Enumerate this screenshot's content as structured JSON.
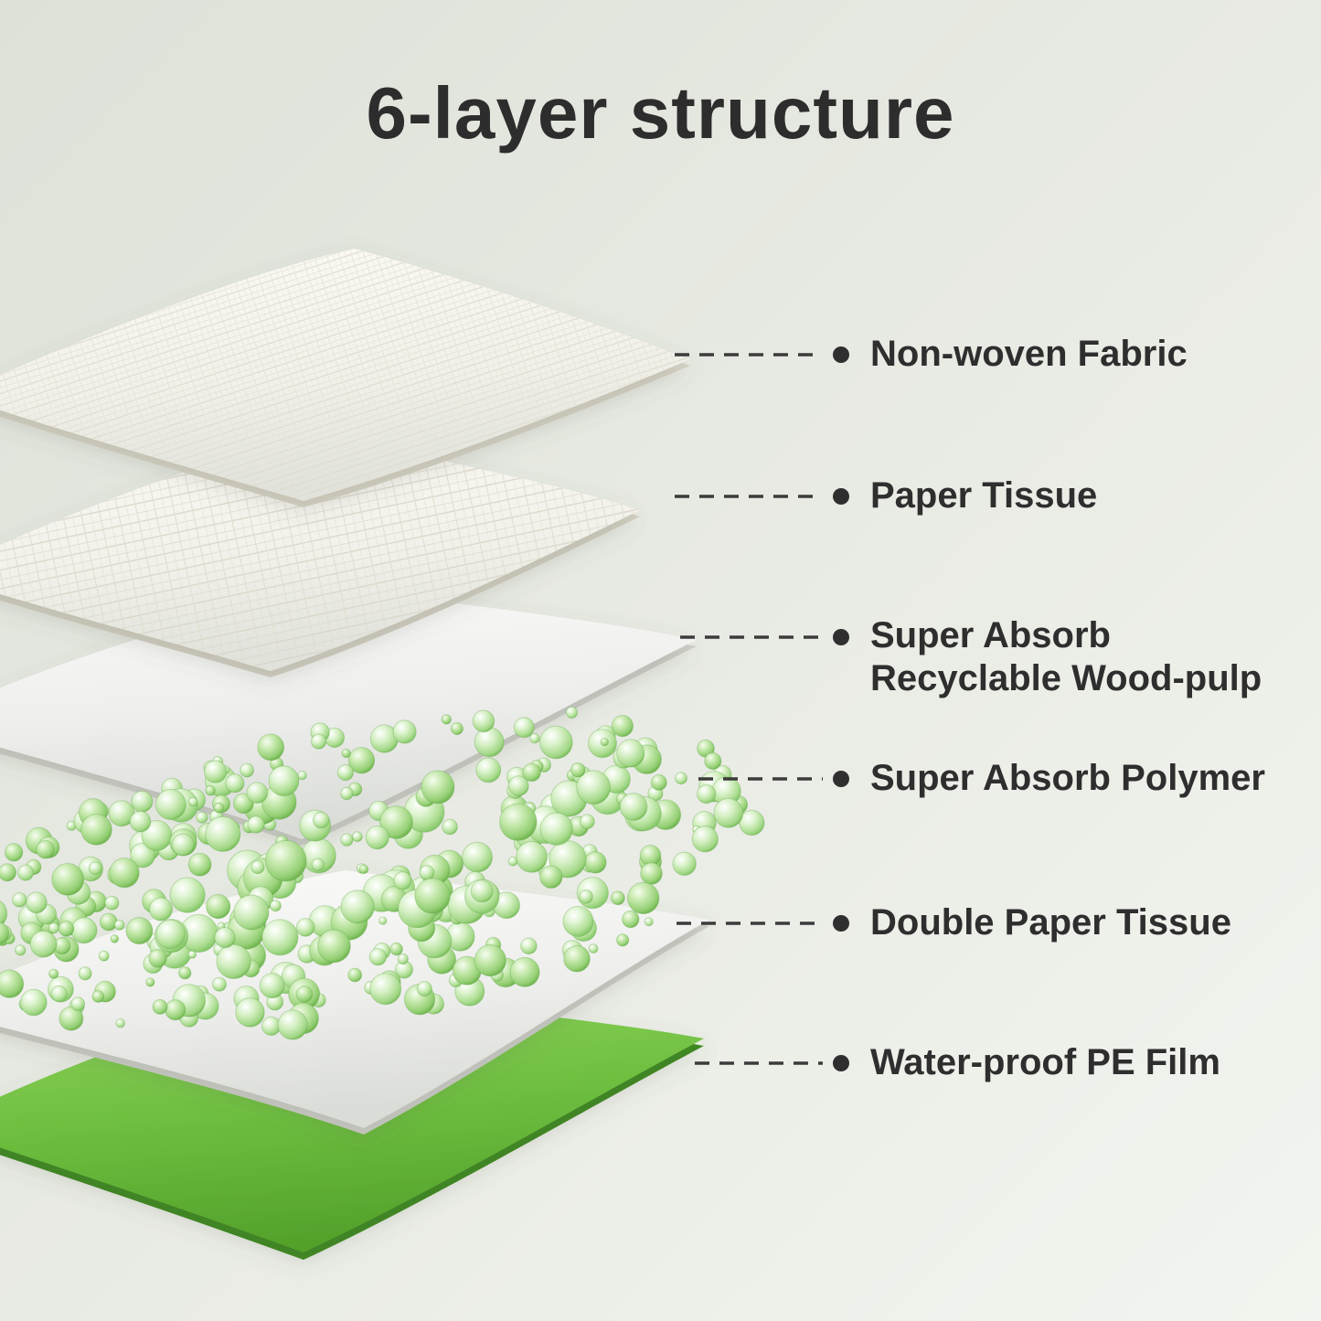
{
  "title": "6-layer structure",
  "layers": [
    {
      "name": "Non-woven Fabric"
    },
    {
      "name": "Paper Tissue"
    },
    {
      "name": "Super Absorb Recyclable Wood-pulp"
    },
    {
      "name": "Super Absorb Polymer"
    },
    {
      "name": "Double Paper Tissue"
    },
    {
      "name": "Water-proof PE Film"
    }
  ],
  "colors": {
    "background_start": "#dde1d8",
    "background_end": "#f2f4ef",
    "title_text": "#2d2d2d",
    "label_text": "#2e2e2e",
    "callout_line": "#3b3b3b",
    "sheet_white": "#f7f6ef",
    "polymer_green": "#a9dd8f",
    "pe_film_green": "#6cbd3e"
  }
}
